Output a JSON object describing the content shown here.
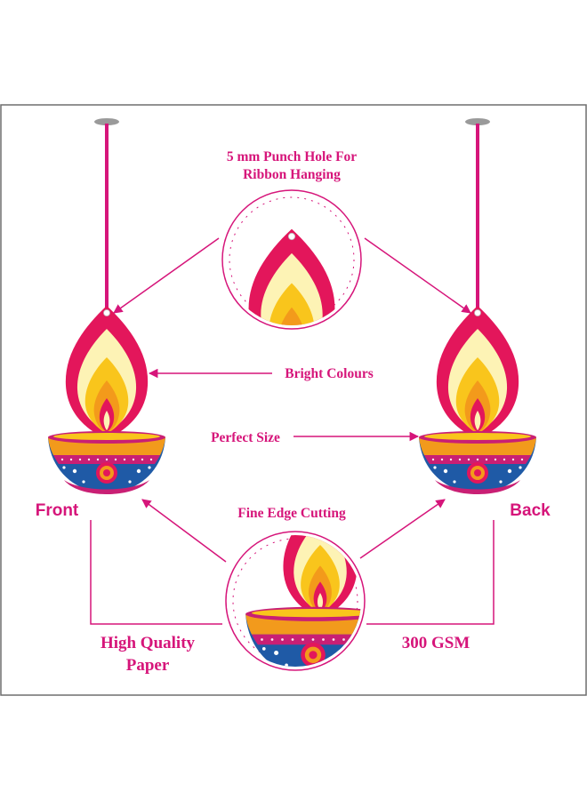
{
  "labels": {
    "punch_hole_line1": "5 mm Punch Hole For",
    "punch_hole_line2": "Ribbon Hanging",
    "bright_colours": "Bright Colours",
    "perfect_size": "Perfect Size",
    "fine_edge": "Fine Edge Cutting",
    "front": "Front",
    "back": "Back",
    "quality_line1": "High Quality",
    "quality_line2": "Paper",
    "gsm": "300 GSM"
  },
  "colors": {
    "accent": "#d6157a",
    "outer_flame": "#e3165b",
    "flame_yellow": "#f9c51c",
    "flame_orange": "#f39a1b",
    "flame_light": "#fdf3b5",
    "bowl_blue": "#1f5aa6",
    "bowl_dark": "#122f6e",
    "bowl_rim": "#c91f74",
    "bowl_orange": "#f29a1c",
    "hanger_grey": "#9a9a9a",
    "frame": "#6e6e6e"
  },
  "icons": [
    "punch-hole-flame-icon",
    "diya-front-icon",
    "diya-back-icon",
    "diya-zoom-icon"
  ]
}
